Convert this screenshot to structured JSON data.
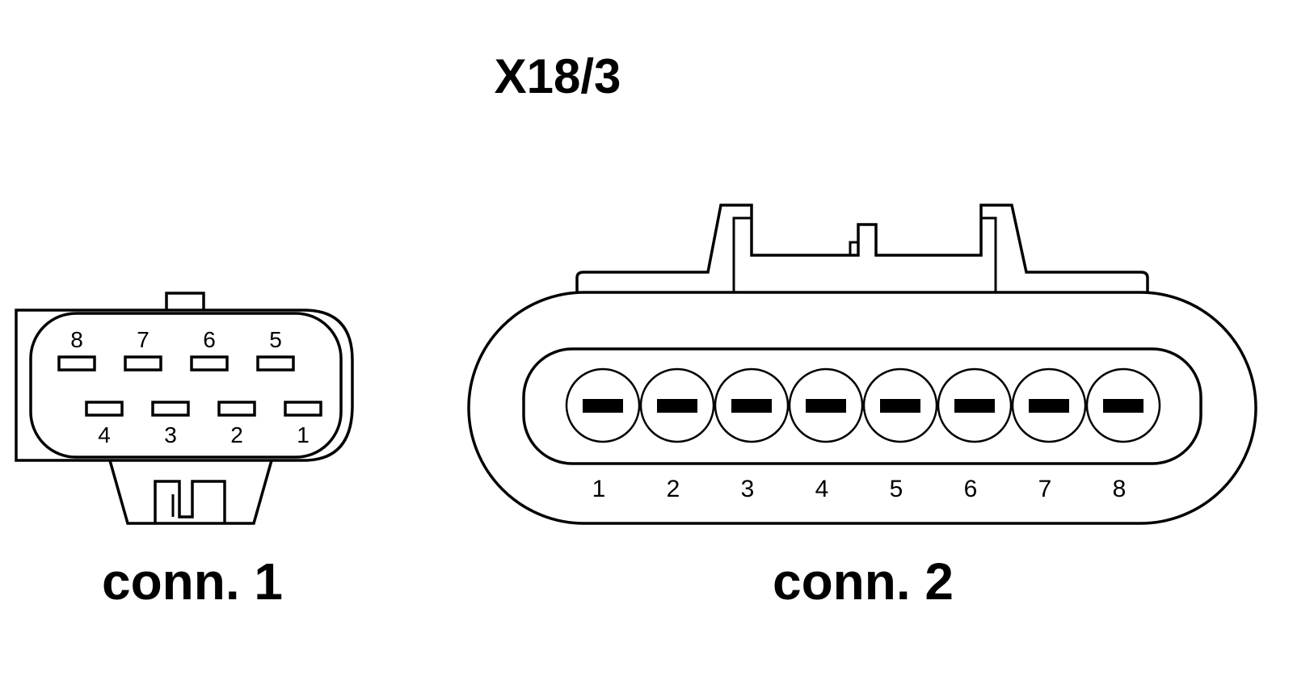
{
  "title": "X18/3",
  "connectors": [
    {
      "label": "conn. 1",
      "top_row_pins": [
        "8",
        "7",
        "6",
        "5"
      ],
      "bottom_row_pins": [
        "4",
        "3",
        "2",
        "1"
      ]
    },
    {
      "label": "conn. 2",
      "pins": [
        "1",
        "2",
        "3",
        "4",
        "5",
        "6",
        "7",
        "8"
      ]
    }
  ]
}
